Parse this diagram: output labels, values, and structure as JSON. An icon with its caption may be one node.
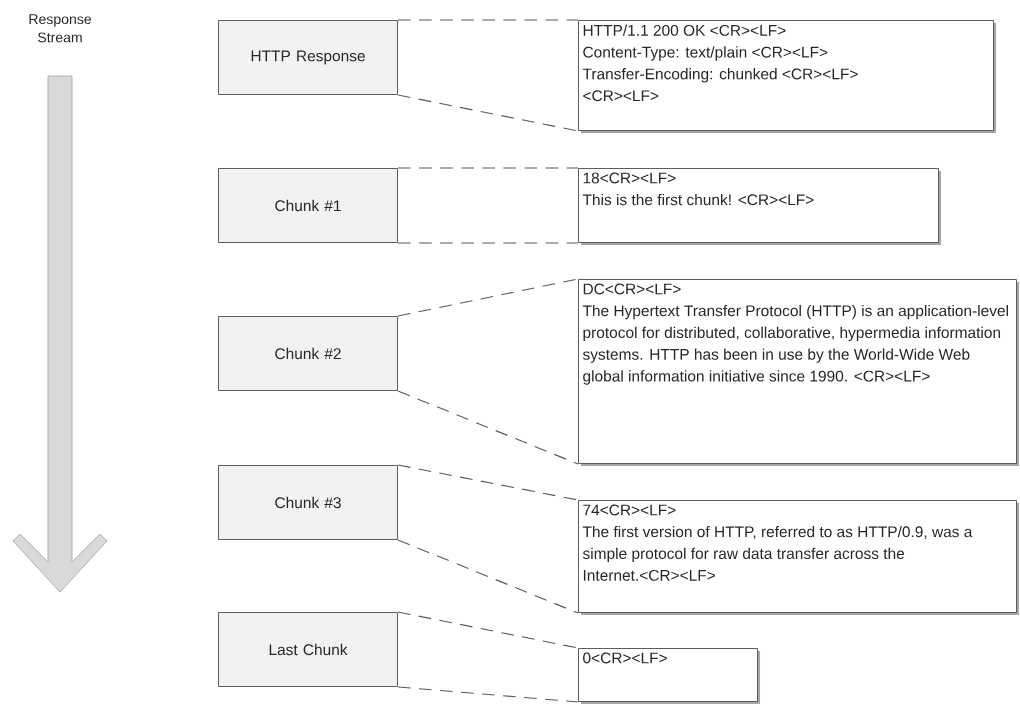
{
  "diagram": {
    "nodes": [
      {
        "text": [
          "HTTP Response"
        ]
      },
      {
        "text": [
          "Chunk #1"
        ]
      },
      {
        "text": [
          "Chunk #2"
        ]
      },
      {
        "text": [
          "Chunk #3"
        ]
      },
      {
        "text": [
          "Last Chunk"
        ]
      },
      {
        "text": [
          "HTTP/1.1  200  OK <CR><LF>",
          "Content-Type: text/plain <CR><LF>",
          "Transfer-Encoding: chunked <CR><LF>",
          "<CR><LF>"
        ]
      },
      {
        "text": [
          "18<CR><LF>",
          "This is the first chunk! <CR><LF>"
        ]
      },
      {
        "text": [
          "DC<CR><LF>",
          "The Hypertext Transfer Protocol (HTTP) is an application-level protocol for distributed, collaborative, hypermedia information systems. HTTP has been in use by the World-Wide Web global information initiative since 1990. <CR><LF>"
        ]
      },
      {
        "text": [
          "74<CR><LF>",
          "The first version of HTTP, referred to as HTTP/0.9, was a simple protocol for raw data transfer across the Internet.<CR><LF>"
        ]
      },
      {
        "text": [
          "0<CR><LF>"
        ]
      }
    ],
    "edges": [
      {
        "from": 0,
        "to": 5,
        "arrow": "none",
        "style": "dashed"
      },
      {
        "from": 0,
        "to": 5,
        "arrow": "none",
        "style": "dashed"
      },
      {
        "from": 1,
        "to": 6,
        "arrow": "none",
        "style": "dashed"
      },
      {
        "from": 1,
        "to": 6,
        "arrow": "none",
        "style": "dashed"
      },
      {
        "from": 2,
        "to": 7,
        "arrow": "none",
        "style": "dashed"
      },
      {
        "from": 2,
        "to": 7,
        "arrow": "none",
        "style": "dashed"
      },
      {
        "from": 3,
        "to": 8,
        "arrow": "none",
        "style": "dashed"
      },
      {
        "from": 3,
        "to": 8,
        "arrow": "none",
        "style": "dashed"
      },
      {
        "from": 4,
        "to": 9,
        "arrow": "none",
        "style": "dashed"
      },
      {
        "from": 4,
        "to": 9,
        "arrow": "none",
        "style": "dashed"
      }
    ],
    "labels": [
      "Response Stream"
    ]
  }
}
